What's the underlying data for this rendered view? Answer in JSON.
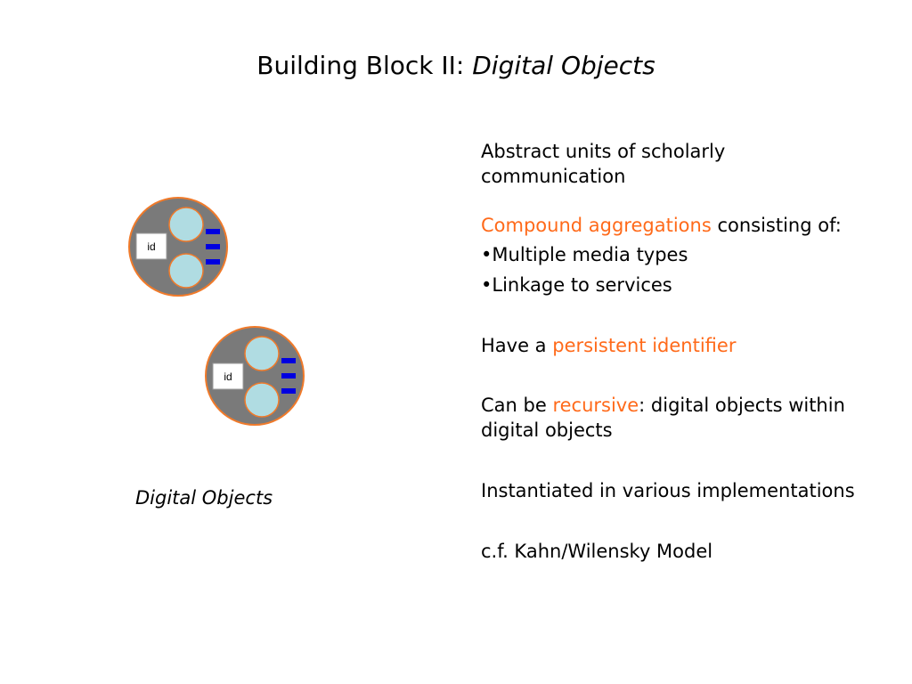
{
  "title": {
    "prefix": "Building Block II: ",
    "emphasis": "Digital Objects"
  },
  "diagram": {
    "objects": [
      {
        "id_label": "id"
      },
      {
        "id_label": "id"
      }
    ],
    "caption": "Digital Objects",
    "colors": {
      "container_fill": "#7a7a7a",
      "container_border": "#f07a2a",
      "datastream_fill": "#b0dce2",
      "service_fill": "#0000e0"
    }
  },
  "points": {
    "p1": "Abstract units of scholarly communication",
    "p2_highlight": "Compound aggregations",
    "p2_rest": " consisting of:",
    "p2_bullet1": "•Multiple media types",
    "p2_bullet2": "•Linkage to services",
    "p3_prefix": "Have a ",
    "p3_highlight": "persistent identifier",
    "p4_prefix": "Can be ",
    "p4_highlight": "recursive",
    "p4_rest": ": digital objects within digital objects",
    "p5": "Instantiated in various implementations",
    "p6": "c.f. Kahn/Wilensky Model"
  }
}
